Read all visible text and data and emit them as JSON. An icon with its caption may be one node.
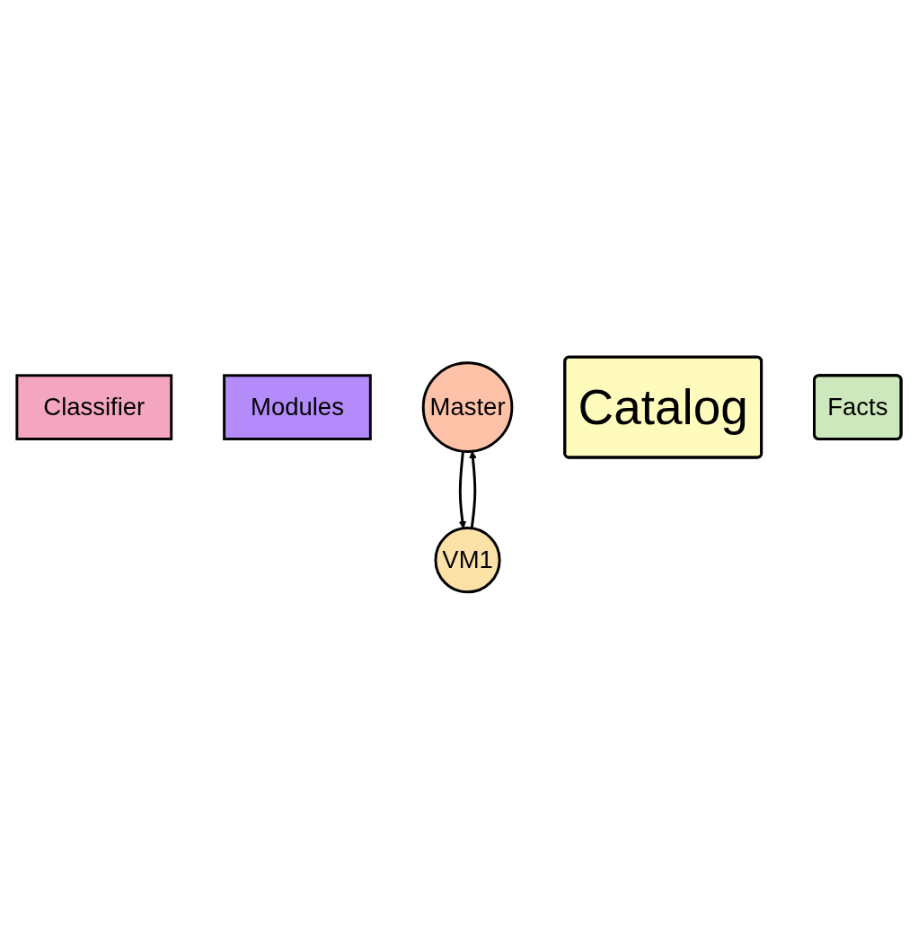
{
  "diagram": {
    "nodes": [
      {
        "text": [
          "Classifier"
        ]
      },
      {
        "text": [
          "Modules"
        ]
      },
      {
        "text": [
          "Master"
        ]
      },
      {
        "text": [
          "Catalog"
        ]
      },
      {
        "text": [
          "Facts"
        ]
      },
      {
        "text": [
          "VM1"
        ]
      }
    ],
    "edges": [
      {
        "from": 5,
        "to": 2,
        "arrow": "to"
      },
      {
        "from": 2,
        "to": 5,
        "arrow": "to"
      }
    ]
  }
}
